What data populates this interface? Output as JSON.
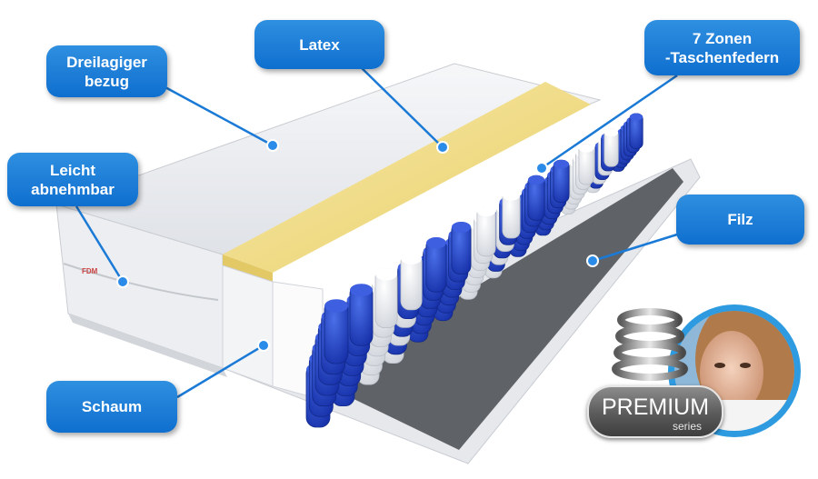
{
  "callouts": {
    "bezug": "Dreilagiger\nbezug",
    "latex": "Latex",
    "zonen": "7 Zonen\n-Taschenfedern",
    "leicht": "Leicht\nabnehmbar",
    "filz": "Filz",
    "schaum": "Schaum"
  },
  "badge": {
    "title": "PREMIUM",
    "subtitle": "series"
  },
  "logo": "FDM",
  "colors": {
    "callout_blue": "#1a7ad6",
    "spring_blue": "#1d3fc4",
    "latex_yellow": "#f3df8e",
    "felt_gray": "#5f6266"
  },
  "icons": [
    "mattress-cutaway-image",
    "metal-spring-icon",
    "woman-portrait-image"
  ]
}
